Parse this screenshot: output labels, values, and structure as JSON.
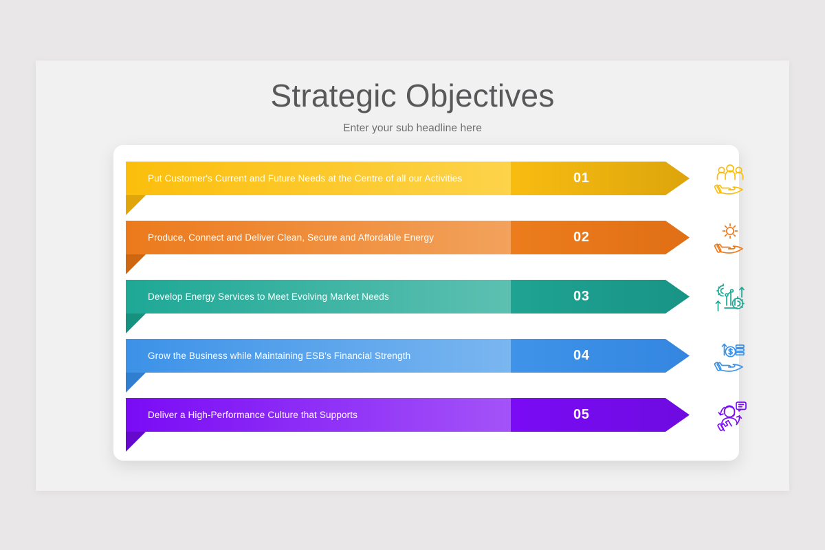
{
  "slide": {
    "background_color": "#e9e7e8",
    "panel_color": "#f1f1f1",
    "card_color": "#ffffff"
  },
  "header": {
    "title": "Strategic Objectives",
    "subtitle": "Enter your sub headline here",
    "title_color": "#58585a",
    "subtitle_color": "#6e6e70"
  },
  "objectives": [
    {
      "number": "01",
      "label": "Put Customer's Current and Future Needs at the Centre of all our Activities",
      "icon": "hand-holding-people-icon",
      "color": "#fbbe0c",
      "color_light": "#fdd34a",
      "color_dark": "#e0a50a",
      "arrow_color_start": "#f8bc11",
      "arrow_color_end": "#dda50c"
    },
    {
      "number": "02",
      "label": "Produce, Connect and Deliver Clean, Secure and Affordable Energy",
      "icon": "hand-holding-gear-icon",
      "color": "#ec7a1c",
      "color_light": "#f2a25c",
      "color_dark": "#cf6611",
      "arrow_color_start": "#ec7d1d",
      "arrow_color_end": "#e06f15"
    },
    {
      "number": "03",
      "label": "Develop Energy Services to Meet Evolving Market Needs",
      "icon": "gears-growth-chart-icon",
      "color": "#1ea896",
      "color_light": "#5dc0b1",
      "color_dark": "#16907f",
      "arrow_color_start": "#1fa392",
      "arrow_color_end": "#189486"
    },
    {
      "number": "04",
      "label": "Grow the Business while Maintaining ESB's Financial Strength",
      "icon": "hand-holding-money-icon",
      "color": "#3c92e8",
      "color_light": "#7ab6f0",
      "color_dark": "#2f7ed0",
      "arrow_color_start": "#3f93e8",
      "arrow_color_end": "#3486e0"
    },
    {
      "number": "05",
      "label": "Deliver a High-Performance Culture that Supports",
      "icon": "customer-support-headset-icon",
      "color": "#7a0bf5",
      "color_light": "#a353f8",
      "color_dark": "#6509cc",
      "arrow_color_start": "#7a0bf5",
      "arrow_color_end": "#6e0be0"
    }
  ]
}
